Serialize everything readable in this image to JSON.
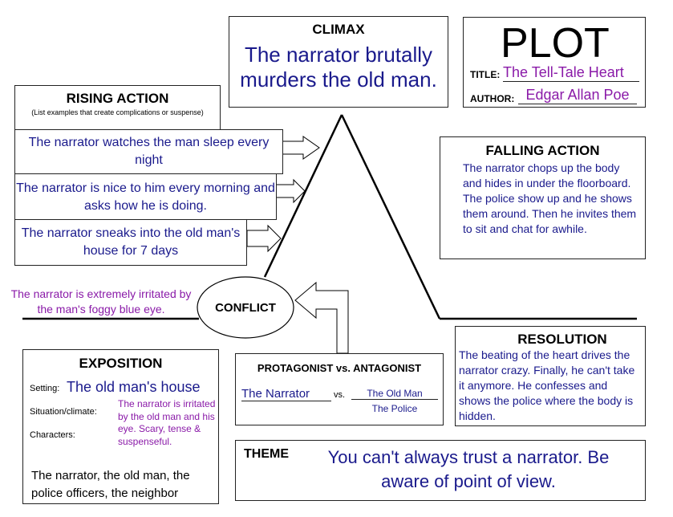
{
  "climax": {
    "heading": "CLIMAX",
    "text": "The narrator brutally murders the old man."
  },
  "plot": {
    "heading": "PLOT",
    "title_label": "TITLE:",
    "title_value": "The Tell-Tale Heart",
    "author_label": "AUTHOR:",
    "author_value": "Edgar Allan Poe"
  },
  "rising_action": {
    "heading": "RISING ACTION",
    "subheading": "(List examples that create complications or suspense)",
    "events": [
      "The narrator watches the man sleep every night",
      "The narrator is nice to him every morning and asks how he is doing.",
      "The narrator sneaks into the old man's house for 7 days"
    ]
  },
  "falling_action": {
    "heading": "FALLING ACTION",
    "text": "The narrator chops up the body and hides in under the floorboard. The police show up and he shows them around. Then he invites them to sit and chat for awhile."
  },
  "conflict": {
    "label": "CONFLICT",
    "note": "The narrator is extremely irritated by the man's foggy blue eye."
  },
  "resolution": {
    "heading": "RESOLUTION",
    "text": "The beating of the heart drives the narrator crazy. Finally, he can't take it anymore. He confesses and shows the police where the body is hidden."
  },
  "exposition": {
    "heading": "EXPOSITION",
    "setting_label": "Setting:",
    "setting_value": "The old man's house",
    "situation_label": "Situation/climate:",
    "situation_value": "The narrator is irritated by the old man and his eye. Scary, tense & suspenseful.",
    "characters_label": "Characters:",
    "characters_value": "The narrator, the old man, the police officers, the neighbor"
  },
  "protagonist": {
    "heading": "PROTAGONIST vs. ANTAGONIST",
    "protagonist": "The Narrator",
    "vs": "vs.",
    "antagonist_1": "The Old Man",
    "antagonist_2": "The Police"
  },
  "theme": {
    "heading": "THEME",
    "text": "You can't always trust a narrator. Be aware of point of view."
  },
  "colors": {
    "answer_blue": "#1a1a8c",
    "answer_purple": "#8a1aa8",
    "outline": "#222222"
  }
}
